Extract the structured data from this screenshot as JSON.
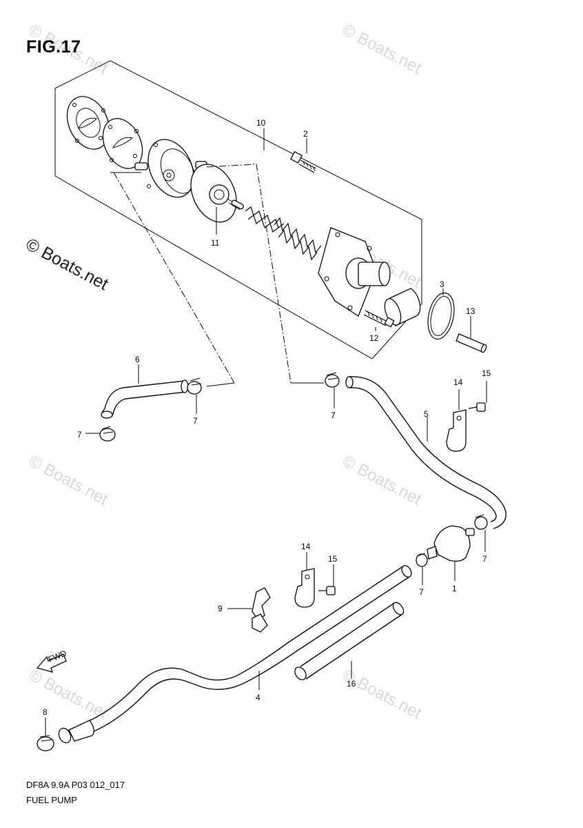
{
  "figure": {
    "title": "FIG.17",
    "code": "DF8A 9.9A P03 012_017",
    "name": "FUEL PUMP"
  },
  "watermark": {
    "text": "© Boats.net"
  },
  "fwd_label": "FWD",
  "callouts": [
    {
      "id": "c1",
      "label": "1"
    },
    {
      "id": "c2",
      "label": "2"
    },
    {
      "id": "c3",
      "label": "3"
    },
    {
      "id": "c4",
      "label": "4"
    },
    {
      "id": "c5",
      "label": "5"
    },
    {
      "id": "c6",
      "label": "6"
    },
    {
      "id": "c7a",
      "label": "7"
    },
    {
      "id": "c7b",
      "label": "7"
    },
    {
      "id": "c7c",
      "label": "7"
    },
    {
      "id": "c7d",
      "label": "7"
    },
    {
      "id": "c7e",
      "label": "7"
    },
    {
      "id": "c8",
      "label": "8"
    },
    {
      "id": "c9",
      "label": "9"
    },
    {
      "id": "c10",
      "label": "10"
    },
    {
      "id": "c11",
      "label": "11"
    },
    {
      "id": "c12",
      "label": "12"
    },
    {
      "id": "c13",
      "label": "13"
    },
    {
      "id": "c14a",
      "label": "14"
    },
    {
      "id": "c14b",
      "label": "14"
    },
    {
      "id": "c15a",
      "label": "15"
    },
    {
      "id": "c15b",
      "label": "15"
    },
    {
      "id": "c16",
      "label": "16"
    }
  ]
}
